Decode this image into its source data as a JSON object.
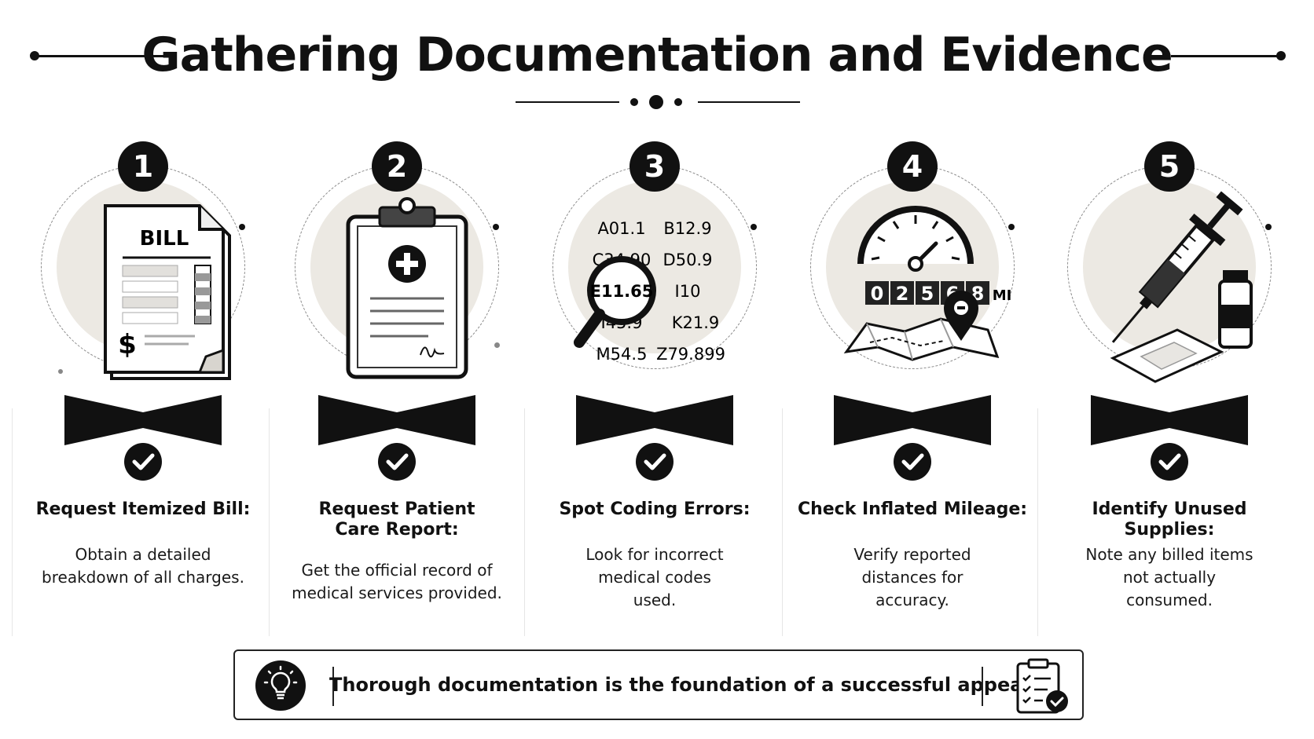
{
  "title": "Gathering Documentation and Evidence",
  "steps": [
    {
      "number": "1",
      "title": "Request Itemized Bill:",
      "description": "Obtain a detailed breakdown of all charges.",
      "icon": "bill-icon",
      "icon_text": "BILL"
    },
    {
      "number": "2",
      "title": "Request Patient Care Report:",
      "description": "Get the official record of medical services provided.",
      "icon": "clipboard-medical-icon"
    },
    {
      "number": "3",
      "title": "Spot Coding Errors:",
      "description": "Look for incorrect medical codes used.",
      "icon": "magnifier-codes-icon",
      "codes": [
        "A01.1",
        "B12.9",
        "C34.90",
        "D50.9",
        "E11.65",
        "I10",
        "I45.9",
        "K21.9",
        "M54.5",
        "Z79.899"
      ]
    },
    {
      "number": "4",
      "title": "Check Inflated Mileage:",
      "description": "Verify reported distances for accuracy.",
      "icon": "odometer-map-icon",
      "odometer_digits": [
        "0",
        "2",
        "5",
        "6",
        "8"
      ],
      "odometer_unit": "MI"
    },
    {
      "number": "5",
      "title": "Identify Unused Supplies:",
      "description": "Note any billed items not actually consumed.",
      "icon": "syringe-vial-icon"
    }
  ],
  "banner": {
    "text": "Thorough documentation is the foundation of a successful appeal.",
    "left_icon": "lightbulb-icon",
    "right_icon": "clipboard-checklist-icon"
  },
  "colors": {
    "ink": "#111111",
    "disc": "#ece9e3",
    "background": "#ffffff"
  }
}
